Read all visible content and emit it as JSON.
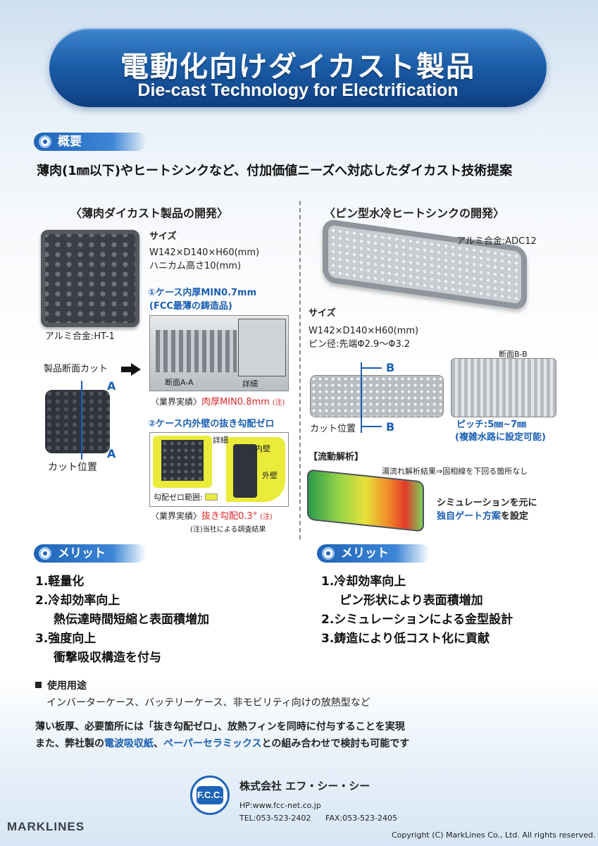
{
  "header": {
    "title_jp": "電動化向けダイカスト製品",
    "title_en": "Die-cast Technology for Electrification"
  },
  "overview": {
    "heading": "概要",
    "lead": "薄肉(1㎜以下)やヒートシンクなど、付加価値ニーズへ対応したダイカスト技術提案"
  },
  "left": {
    "title": "〈薄肉ダイカスト製品の開発〉",
    "size_label": "サイズ",
    "size_value": "W142×D140×H60(mm)",
    "honeycomb": "ハニカム高さ10(mm)",
    "alloy": "アルミ合金:HT-1",
    "feature1_title": "①ケース内厚MIN0.7mm",
    "feature1_sub": "(FCC最薄の鋳造品)",
    "section_cut_label": "製品断面カット",
    "cut_letter": "A",
    "cut_position": "カット位置",
    "section_aa": "断面A-A",
    "detail": "詳細",
    "industry1_prefix": "〈業界実績〉",
    "industry1_value": "肉厚MIN0.8mm",
    "note_mark": "(注)",
    "feature2_title": "②ケース内外壁の抜き勾配ゼロ",
    "detail2": "詳細",
    "inner_wall": "内壁",
    "outer_wall": "外壁",
    "draft_zero_range": "勾配ゼロ範囲:",
    "industry2_prefix": "〈業界実績〉",
    "industry2_value": "抜き勾配0.3°",
    "note_mark2": "(注)",
    "footnote": "(注)当社による調査結果"
  },
  "right": {
    "title": "〈ピン型水冷ヒートシンクの開発〉",
    "alloy": "アルミ合金:ADC12",
    "size_label": "サイズ",
    "size_value": "W142×D140×H60(mm)",
    "pin_diameter": "ピン径:先端Φ2.9〜Φ3.2",
    "section_bb": "断面B-B",
    "cut_letter": "B",
    "cut_position": "カット位置",
    "pitch": "ピッチ:5㎜~7㎜",
    "pitch_sub": "(複雑水路に設定可能)",
    "flow_title": "【流動解析】",
    "flow_note": "湯流れ解析結果⇒固相線を下回る箇所なし",
    "sim_line1": "シミュレーションを元に",
    "sim_line2_blue": "独自ゲート方案",
    "sim_line2_rest": "を設定"
  },
  "merit_left": {
    "heading": "メリット",
    "items": [
      "1.軽量化",
      "2.冷却効率向上",
      "熱伝達時間短縮と表面積増加",
      "3.強度向上",
      "衝撃吸収構造を付与"
    ]
  },
  "merit_right": {
    "heading": "メリット",
    "items": [
      "1.冷却効率向上",
      "ピン形状により表面積増加",
      "2.シミュレーションによる金型設計",
      "3.鋳造により低コスト化に貢献"
    ]
  },
  "usage": {
    "heading": "使用用途",
    "text": "インバーターケース、バッテリーケース、非モビリティ向けの放熱型など"
  },
  "closing": {
    "line1": "薄い板厚、必要箇所には「抜き勾配ゼロ」、放熱フィンを同時に付与することを実現",
    "line2_a": "また、弊社製の",
    "line2_b": "電波吸収紙",
    "line2_c": "、",
    "line2_d": "ペーパーセラミックス",
    "line2_e": "との組み合わせで検討も可能です"
  },
  "footer": {
    "logo_text": "F.C.C.",
    "company": "株式会社 エフ・シー・シー",
    "hp": "HP:www.fcc-net.co.jp",
    "tel": "TEL:053-523-2402",
    "fax": "FAX:053-523-2405",
    "marklines": "MARKLINES",
    "copyright": "Copyright (C) MarkLines Co., Ltd. All rights reserved."
  },
  "colors": {
    "accent_blue": "#1f64b8",
    "highlight_red": "#e0262a",
    "draft_yellow": "#eaeb3a"
  }
}
